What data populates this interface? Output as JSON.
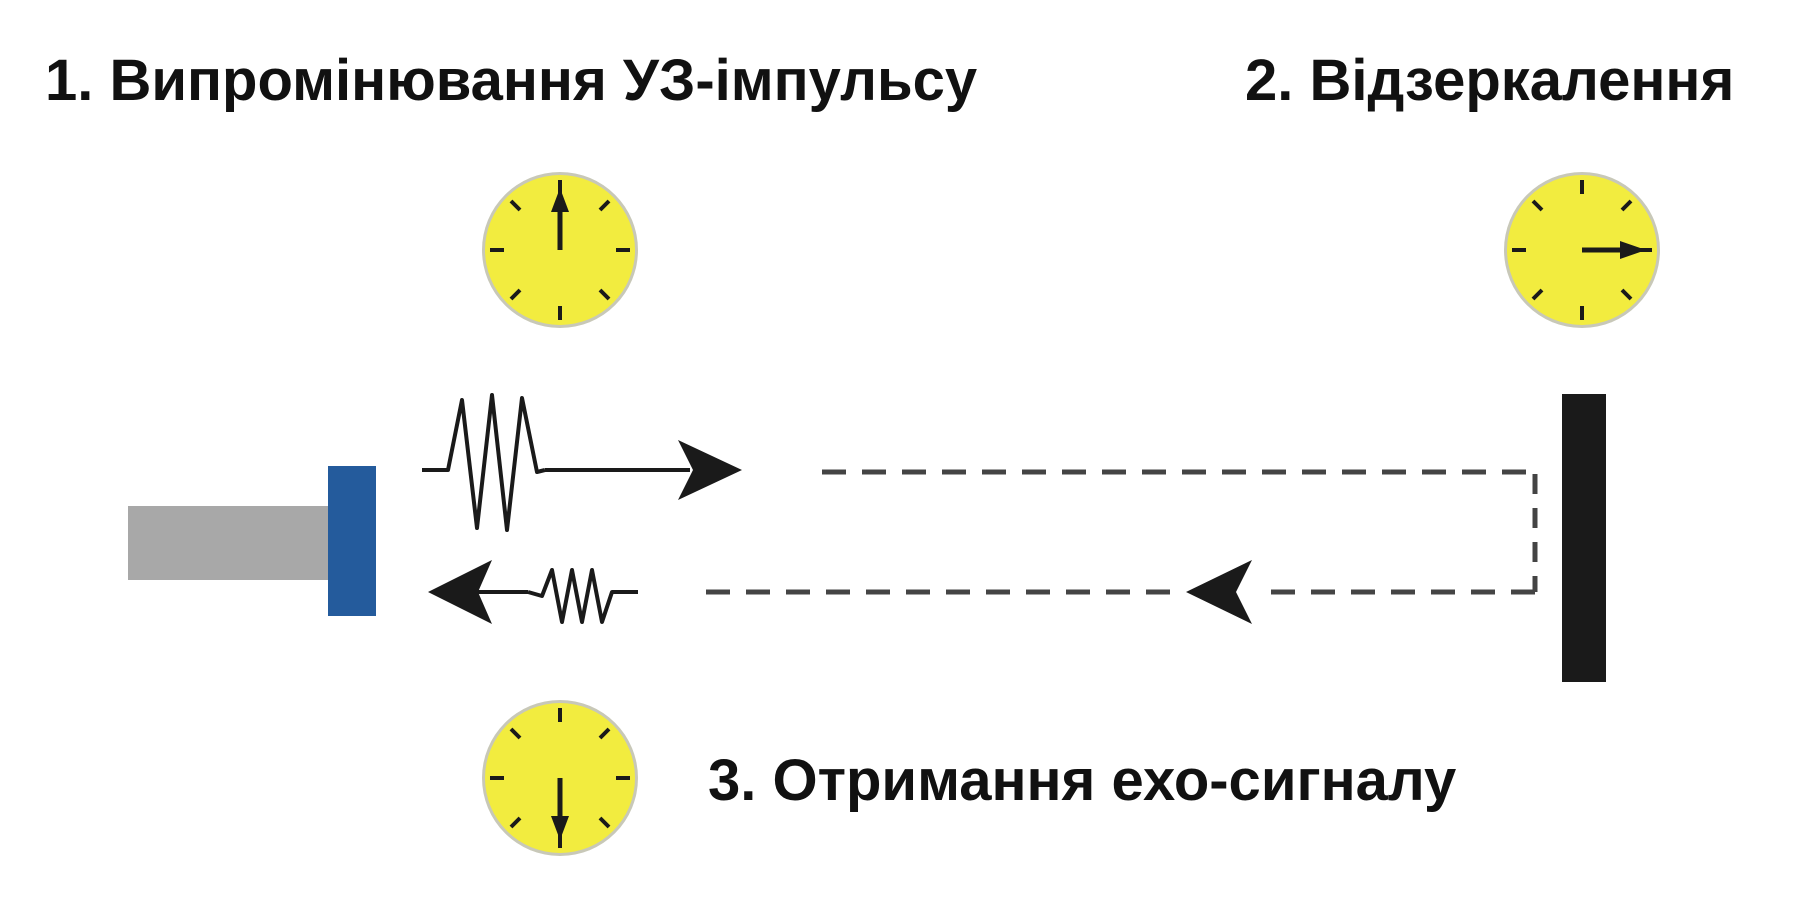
{
  "steps": {
    "emission": "1. Випромінювання УЗ-імпульсу",
    "reflection": "2. Відзеркалення",
    "reception": "3. Отримання ехо-сигналу"
  },
  "colors": {
    "clock_face": "#f2ec3f",
    "clock_rim": "#c8c8b8",
    "transducer_body": "#a8a8a8",
    "transducer_head": "#245b9c",
    "reflector": "#1a1a1a",
    "ink": "#1a1a1a",
    "path": "#444444"
  },
  "icons": {
    "emission_clock": "clock-icon-hand-up",
    "reflection_clock": "clock-icon-hand-right",
    "reception_clock": "clock-icon-hand-down"
  }
}
